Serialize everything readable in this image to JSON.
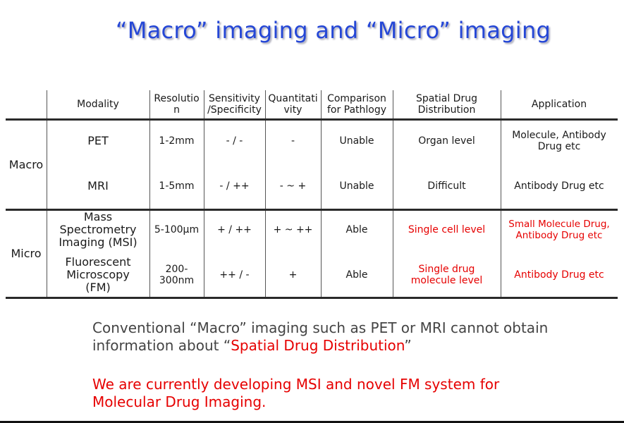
{
  "title": "“Macro” imaging and “Micro” imaging",
  "table": {
    "headers": {
      "modality": "Modality",
      "resolution": "Resolutio n",
      "sensitivity": "Sensitivity /Specificity",
      "quantitative": "Quantitati vity",
      "comparison": "Comparison for Pathlogy",
      "spatial": "Spatial Drug Distribution",
      "application": "Application"
    },
    "groups": [
      "Macro",
      "Micro"
    ],
    "rows": [
      {
        "modality": "PET",
        "resolution": "1-2mm",
        "sensitivity": "- / -",
        "quantitative": "-",
        "comparison": "Unable",
        "spatial": "Organ level",
        "application": "Molecule, Antibody Drug etc"
      },
      {
        "modality": "MRI",
        "resolution": "1-5mm",
        "sensitivity": "- / ++",
        "quantitative": "- ~ +",
        "comparison": "Unable",
        "spatial": "Difficult",
        "application": "Antibody Drug etc"
      },
      {
        "modality": "Mass Spectrometry Imaging (MSI)",
        "resolution": "5-100µm",
        "sensitivity": "+ / ++",
        "quantitative": "+ ~ ++",
        "comparison": "Able",
        "spatial": "Single cell level",
        "application": "Small Molecule Drug, Antibody Drug etc"
      },
      {
        "modality": "Fluorescent Microscopy (FM)",
        "resolution": "200-300nm",
        "sensitivity": "++ / -",
        "quantitative": "+",
        "comparison": "Able",
        "spatial": "Single drug molecule level",
        "application": "Antibody Drug etc"
      }
    ]
  },
  "paragraph1": {
    "before": "Conventional “Macro” imaging such as PET or MRI cannot obtain information about “",
    "highlight": "Spatial Drug Distribution",
    "after": "”"
  },
  "paragraph2": "We are currently developing MSI and novel FM system for Molecular Drug Imaging.",
  "colors": {
    "title": "#2547d6",
    "highlight": "#e60000"
  }
}
